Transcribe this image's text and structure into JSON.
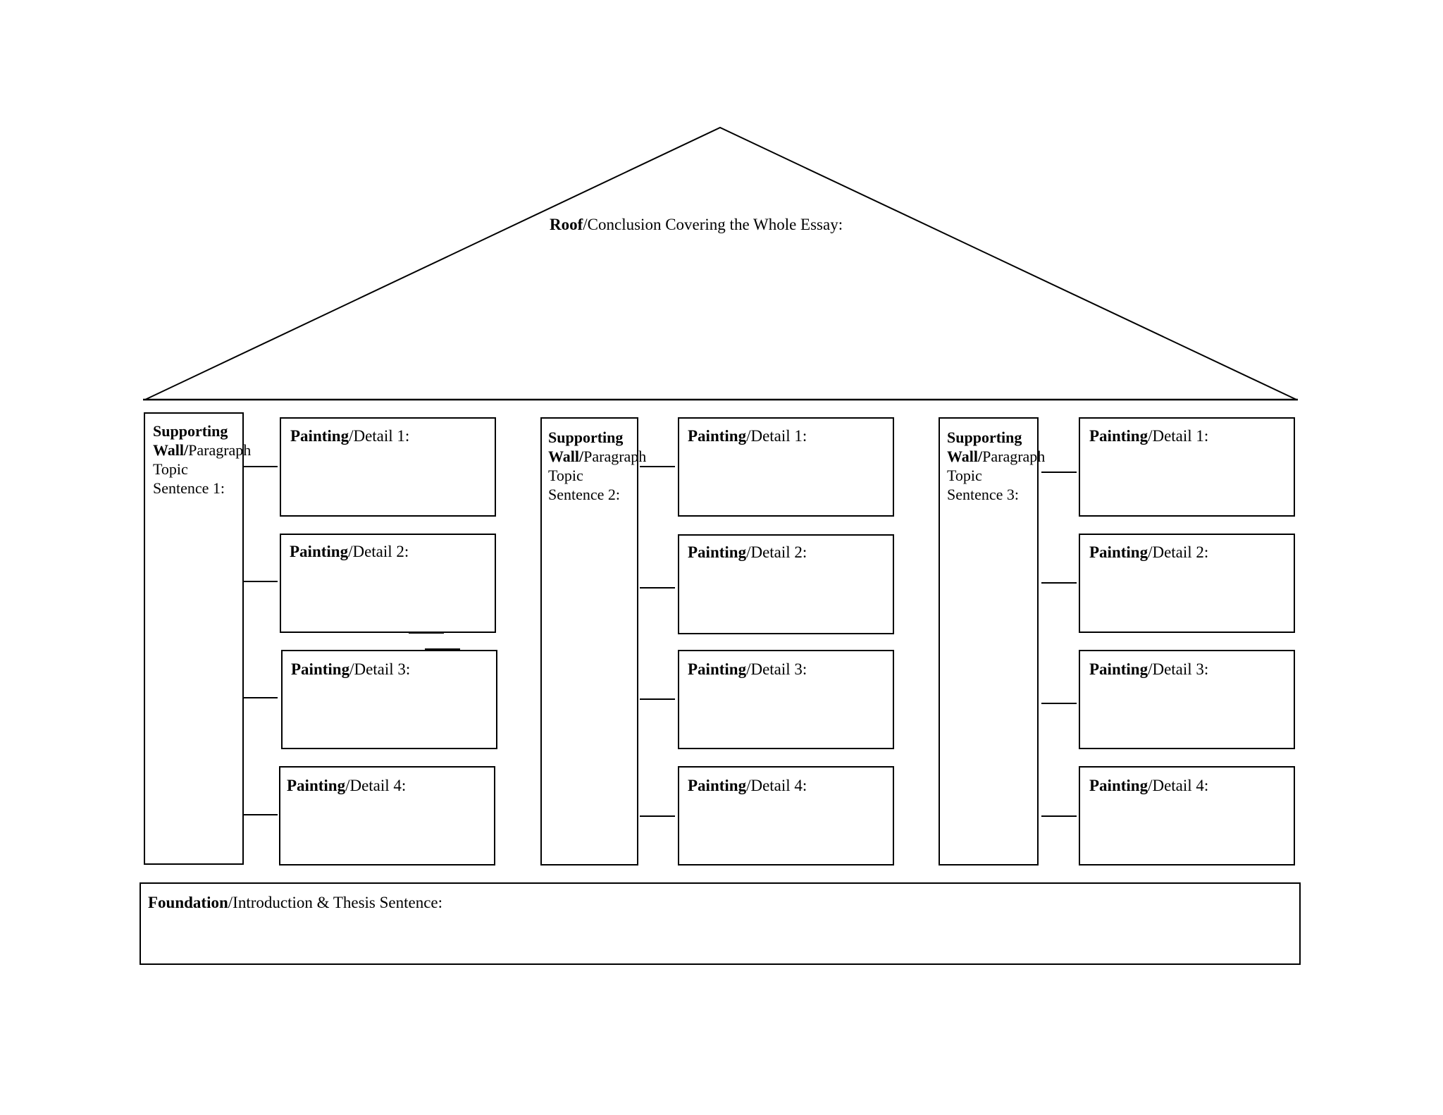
{
  "roof": {
    "bold": "Roof",
    "text": "/Conclusion Covering the Whole Essay:"
  },
  "walls": [
    {
      "bold": "Supporting Wall/",
      "text": "Paragraph Topic Sentence 1:",
      "details": [
        {
          "bold": "Painting",
          "text": "/Detail 1:"
        },
        {
          "bold": "Painting",
          "text": "/Detail 2:"
        },
        {
          "bold": "Painting",
          "text": "/Detail 3:"
        },
        {
          "bold": "Painting",
          "text": "/Detail 4:"
        }
      ]
    },
    {
      "bold": "Supporting Wall/",
      "text": "Paragraph Topic Sentence 2:",
      "details": [
        {
          "bold": "Painting",
          "text": "/Detail 1:"
        },
        {
          "bold": "Painting",
          "text": "/Detail 2:"
        },
        {
          "bold": "Painting",
          "text": "/Detail 3:"
        },
        {
          "bold": "Painting",
          "text": "/Detail 4:"
        }
      ]
    },
    {
      "bold": "Supporting Wall/",
      "text": "Paragraph Topic Sentence 3:",
      "details": [
        {
          "bold": "Painting",
          "text": "/Detail 1:"
        },
        {
          "bold": "Painting",
          "text": "/Detail 2:"
        },
        {
          "bold": "Painting",
          "text": "/Detail 3:"
        },
        {
          "bold": "Painting",
          "text": "/Detail 4:"
        }
      ]
    }
  ],
  "foundation": {
    "bold": "Foundation",
    "text": "/Introduction & Thesis Sentence:"
  }
}
